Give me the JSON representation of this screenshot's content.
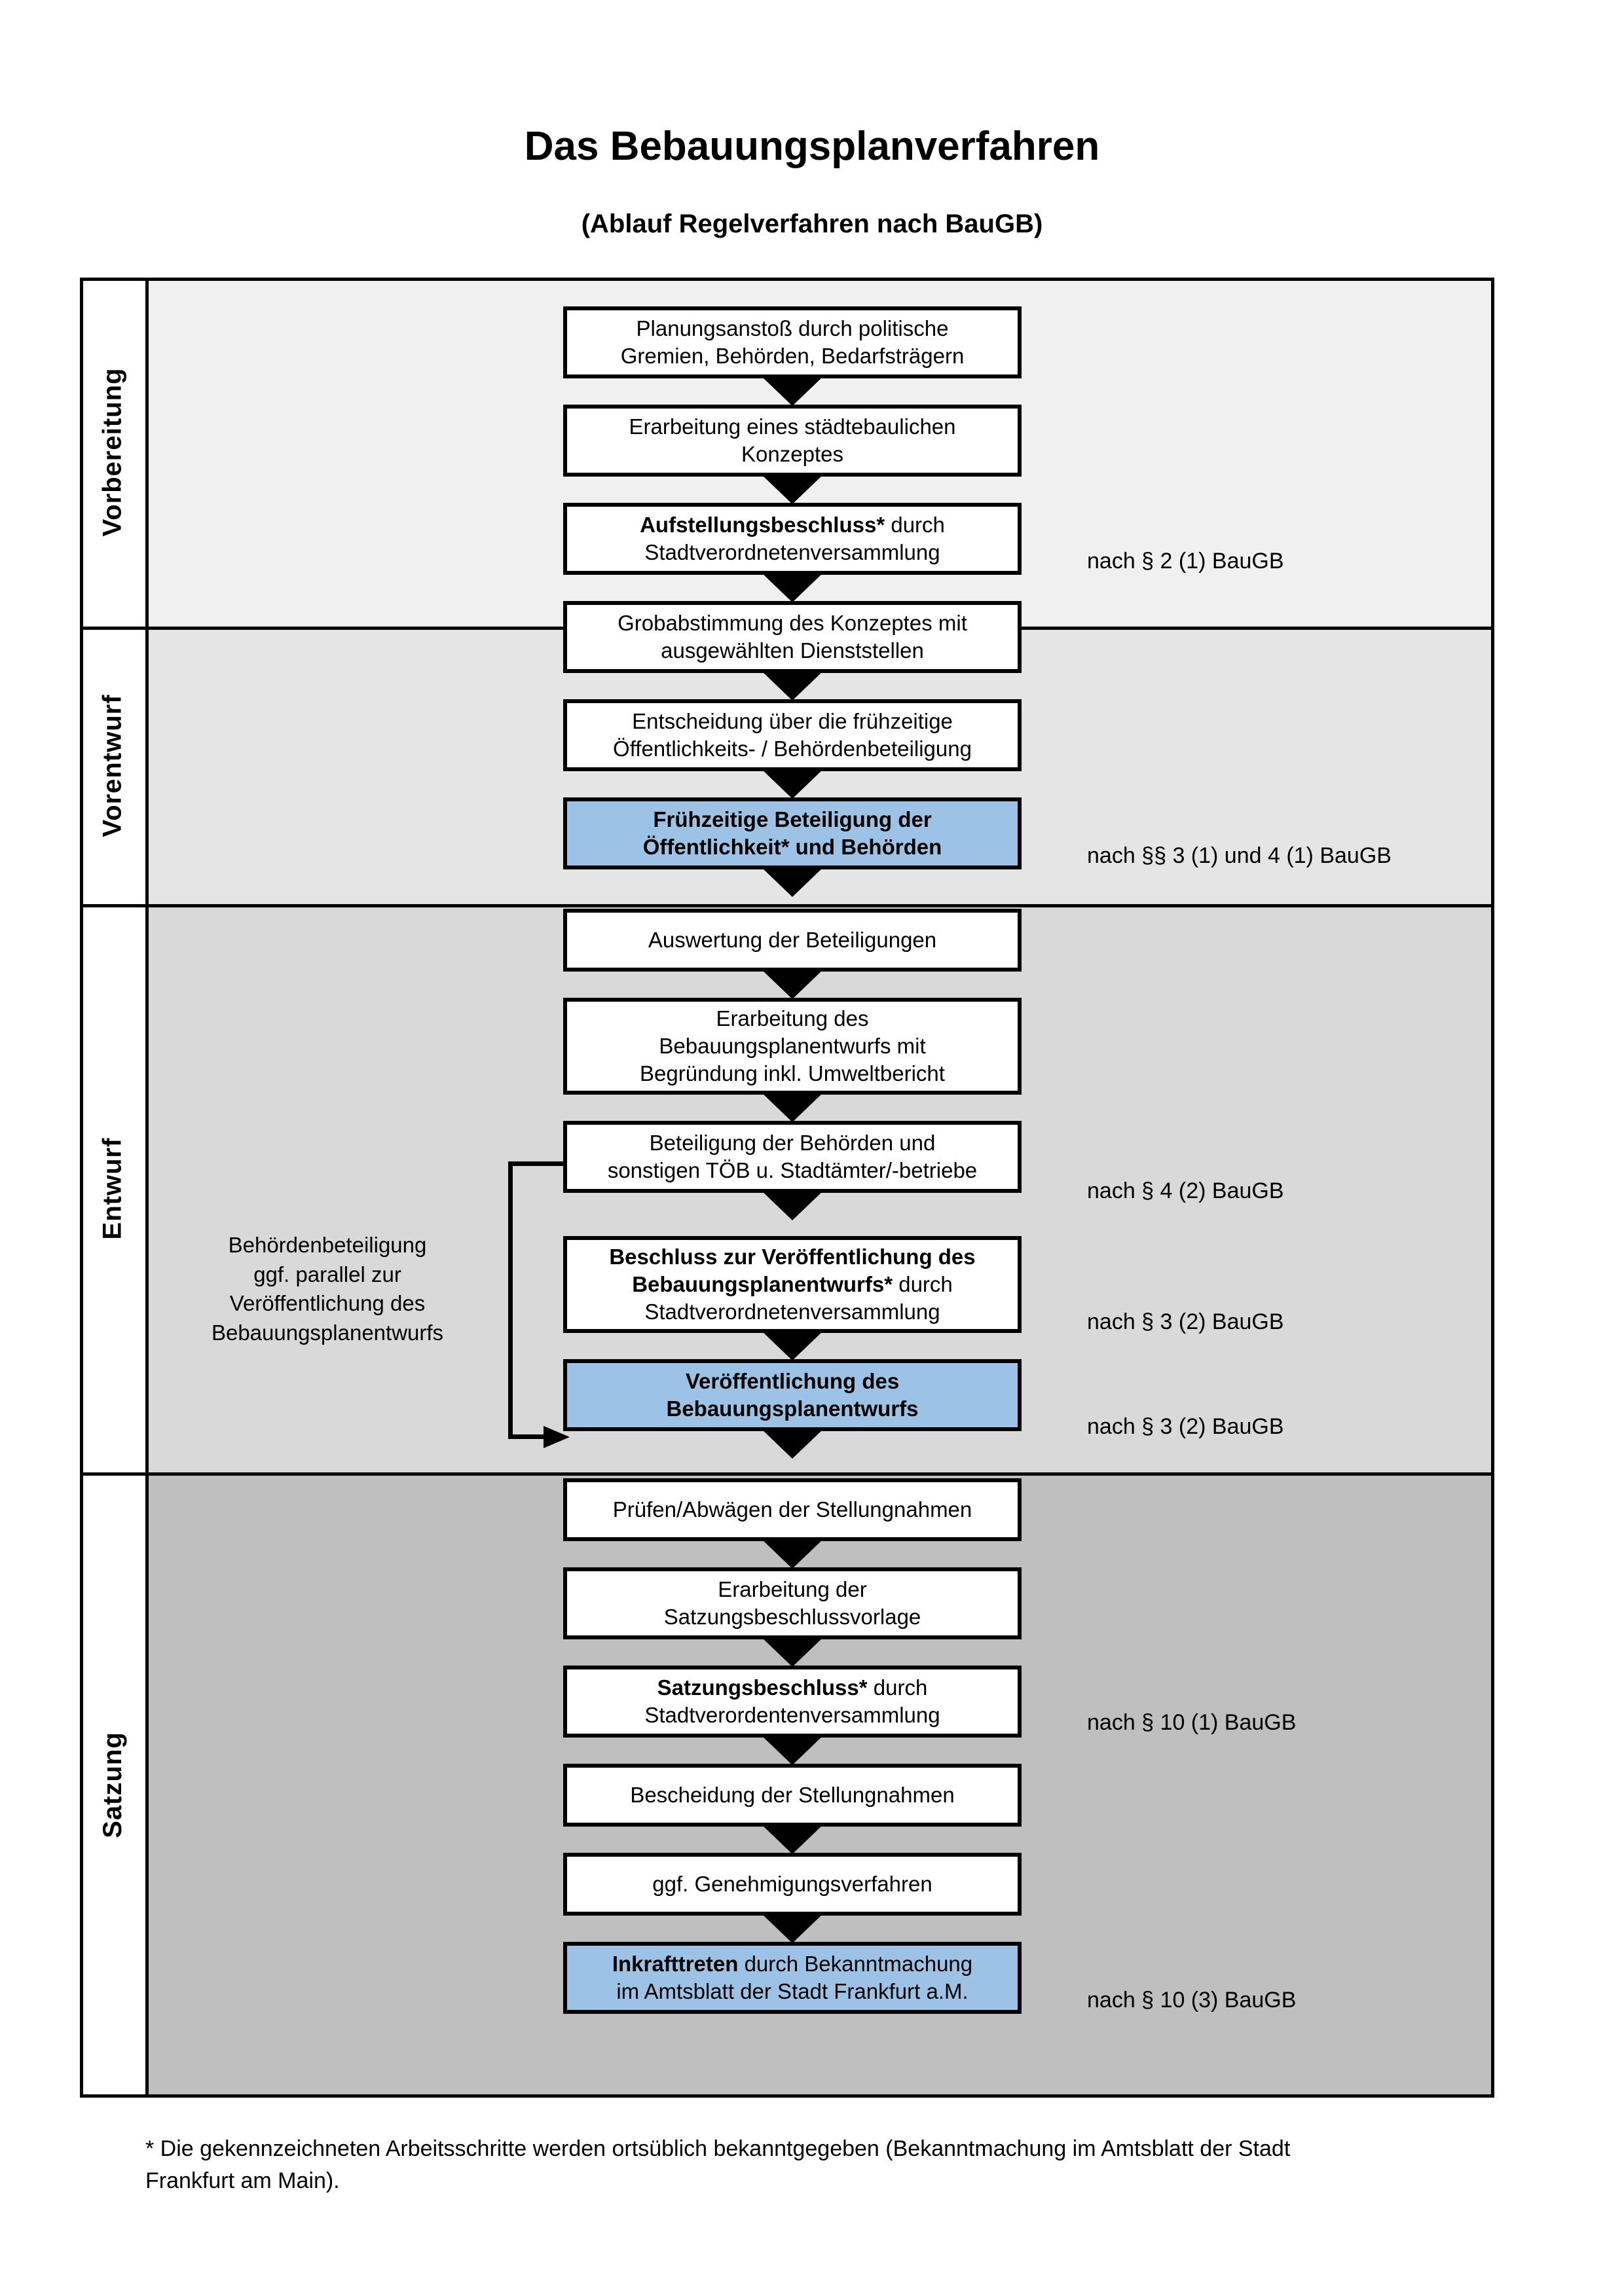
{
  "header": {
    "title": "Das Bebauungsplanverfahren",
    "subtitle": "(Ablauf Regelverfahren nach BauGB)"
  },
  "colors": {
    "highlight_blue": "#9cc3e5",
    "band_1": "#f0f0f0",
    "band_2": "#e5e5e5",
    "band_3": "#d9d9d9",
    "band_4": "#bfbfbf",
    "border": "#000000"
  },
  "sections": [
    {
      "label": "Vorbereitung"
    },
    {
      "label": "Vorentwurf"
    },
    {
      "label": "Entwurf"
    },
    {
      "label": "Satzung"
    }
  ],
  "steps": [
    {
      "id": "planungsanstoss",
      "line1": "Planungsanstoß durch politische",
      "line2": "Gremien, Behörden, Bedarfsträgern",
      "bold": "",
      "highlight": false
    },
    {
      "id": "staedtebauliches-konzept",
      "line1": "Erarbeitung eines städtebaulichen",
      "line2": "Konzeptes",
      "bold": "",
      "highlight": false
    },
    {
      "id": "aufstellungsbeschluss",
      "bold": "Aufstellungsbeschluss*",
      "line1": " durch",
      "line2": "Stadtverordnetenversammlung",
      "highlight": false
    },
    {
      "id": "grobabstimmung",
      "line1": "Grobabstimmung des Konzeptes mit",
      "line2": "ausgewählten Dienststellen",
      "bold": "",
      "highlight": false
    },
    {
      "id": "entscheidung-fruehzeitige-beteiligung",
      "line1": "Entscheidung über die frühzeitige",
      "line2": "Öffentlichkeits- / Behördenbeteiligung",
      "bold": "",
      "highlight": false
    },
    {
      "id": "fruehzeitige-beteiligung",
      "bold_line1": "Frühzeitige Beteiligung der",
      "bold_line2": "Öffentlichkeit* und Behörden",
      "highlight": true
    },
    {
      "id": "auswertung-beteiligungen",
      "line1": "Auswertung der Beteiligungen",
      "line2": "",
      "bold": "",
      "highlight": false
    },
    {
      "id": "erarbeitung-bplan-entwurf",
      "line1": "Erarbeitung des",
      "line2": "Bebauungsplanentwurfs mit",
      "line3": "Begründung inkl. Umweltbericht",
      "bold": "",
      "highlight": false
    },
    {
      "id": "beteiligung-behoerden-toeb",
      "line1": "Beteiligung der Behörden und",
      "line2": "sonstigen TÖB u. Stadtämter/-betriebe",
      "bold": "",
      "highlight": false
    },
    {
      "id": "beschluss-veroeffentlichung",
      "bold_line1": "Beschluss zur Veröffentlichung des",
      "bold_line2": "Bebauungsplanentwurfs*",
      "line2_tail": " durch",
      "line3": "Stadtverordnetenversammlung",
      "highlight": false
    },
    {
      "id": "veroeffentlichung-bplan",
      "bold_line1": "Veröffentlichung des",
      "bold_line2": "Bebauungsplanentwurfs",
      "highlight": true
    },
    {
      "id": "pruefen-abwaegen",
      "line1": "Prüfen/Abwägen der Stellungnahmen",
      "line2": "",
      "bold": "",
      "highlight": false
    },
    {
      "id": "erarbeitung-satzungsbeschlussvorlage",
      "line1": "Erarbeitung der",
      "line2": "Satzungsbeschlussvorlage",
      "bold": "",
      "highlight": false
    },
    {
      "id": "satzungsbeschluss",
      "bold": "Satzungsbeschluss*",
      "line1": " durch",
      "line2": "Stadtverordentenversammlung",
      "highlight": false
    },
    {
      "id": "bescheidung-stellungnahmen",
      "line1": "Bescheidung der Stellungnahmen",
      "line2": "",
      "bold": "",
      "highlight": false
    },
    {
      "id": "genehmigungsverfahren",
      "line1": "ggf. Genehmigungsverfahren",
      "line2": "",
      "bold": "",
      "highlight": false
    },
    {
      "id": "inkrafttreten",
      "bold": "Inkrafttreten",
      "line1": " durch Bekanntmachung",
      "line2": "im Amtsblatt der Stadt Frankfurt a.M.",
      "highlight": true
    }
  ],
  "annotations": [
    {
      "id": "anno-par2-1",
      "text": "nach § 2 (1) BauGB"
    },
    {
      "id": "anno-par3-1-par4-1",
      "text": "nach §§ 3 (1) und 4 (1) BauGB"
    },
    {
      "id": "anno-par4-2",
      "text": "nach § 4 (2) BauGB"
    },
    {
      "id": "anno-par3-2-a",
      "text": "nach § 3 (2) BauGB"
    },
    {
      "id": "anno-par3-2-b",
      "text": "nach § 3 (2) BauGB"
    },
    {
      "id": "anno-par10-1",
      "text": "nach § 10 (1) BauGB"
    },
    {
      "id": "anno-par10-3",
      "text": "nach § 10 (3) BauGB"
    }
  ],
  "sidenote": {
    "line1": "Behördenbeteiligung",
    "line2": "ggf. parallel zur",
    "line3": "Veröffentlichung des",
    "line4": "Bebauungsplanentwurfs"
  },
  "footnote": {
    "line1": "* Die gekennzeichneten Arbeitsschritte werden ortsüblich bekanntgegeben (Bekanntmachung im Amtsblatt  der Stadt",
    "line2": "Frankfurt am Main)."
  }
}
